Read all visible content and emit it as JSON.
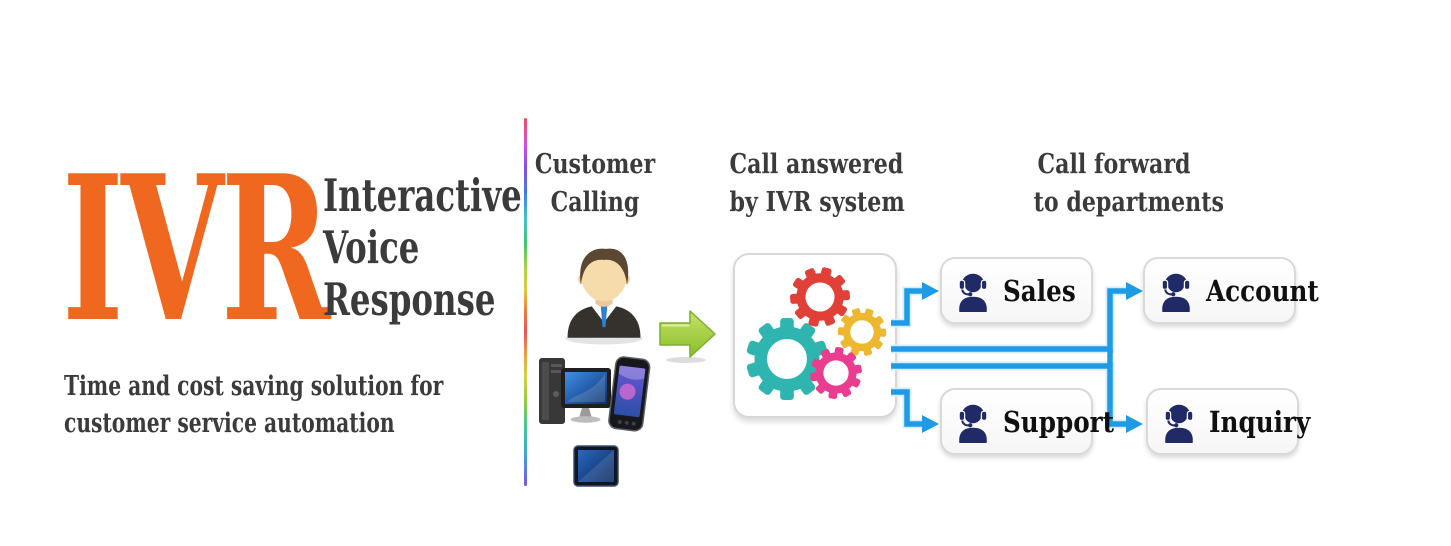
{
  "brand": {
    "acronym": "IVR",
    "acronym_color": "#F0681F",
    "name_line1": "Interactive",
    "name_line2": "Voice",
    "name_line3": "Response",
    "tagline_line1": "Time and cost saving solution for",
    "tagline_line2": "customer service automation",
    "text_color": "#3B3B3B"
  },
  "diagram": {
    "step1": {
      "heading_line1": "Customer",
      "heading_line2": "Calling"
    },
    "step2": {
      "heading_line1": "Call answered",
      "heading_line2": "by IVR system"
    },
    "step3": {
      "heading_line1": "Call forward",
      "heading_line2": "to departments"
    },
    "departments": [
      {
        "label": "Sales"
      },
      {
        "label": "Account"
      },
      {
        "label": "Support"
      },
      {
        "label": "Inquiry"
      }
    ],
    "icons": {
      "customer": "businessman-avatar",
      "customer_devices": [
        "desktop-computer",
        "smartphone",
        "tablet"
      ],
      "ivr_system": "gears",
      "department": "headset-agent",
      "flow": "green-right-arrow"
    },
    "colors": {
      "connector_blue": "#1E9BE4",
      "flow_arrow_green": "#96C83C",
      "department_icon_navy": "#1F2A66",
      "gear_red": "#E04038",
      "gear_teal": "#2FB5AF",
      "gear_yellow": "#EDB72F",
      "gear_pink": "#EA3D8F",
      "divider_style": "rainbow-gradient"
    }
  }
}
